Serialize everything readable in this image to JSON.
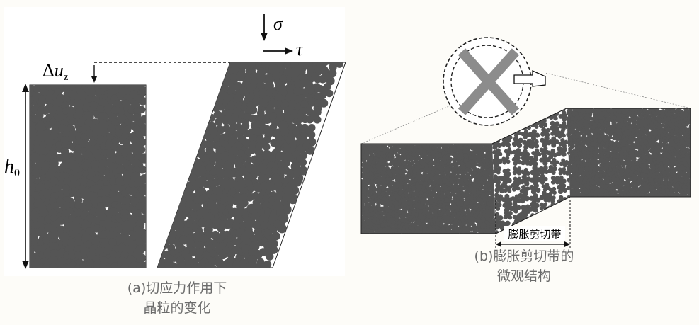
{
  "panel_a": {
    "caption_line1": "(a)切应力作用下",
    "caption_line2": "晶粒的变化",
    "label_delta": "Δ",
    "label_u": "u",
    "label_z": "z",
    "label_h": "h",
    "label_h_sub": "0",
    "label_sigma": "σ",
    "label_tau": "τ"
  },
  "panel_b": {
    "caption_line1": "(b)膨胀剪切带的",
    "caption_line2": "微观结构",
    "band_label": "膨胀剪切带"
  },
  "colors": {
    "grain": "#555555",
    "cross": "#8c8c8c",
    "caption": "#6b6b6b"
  }
}
